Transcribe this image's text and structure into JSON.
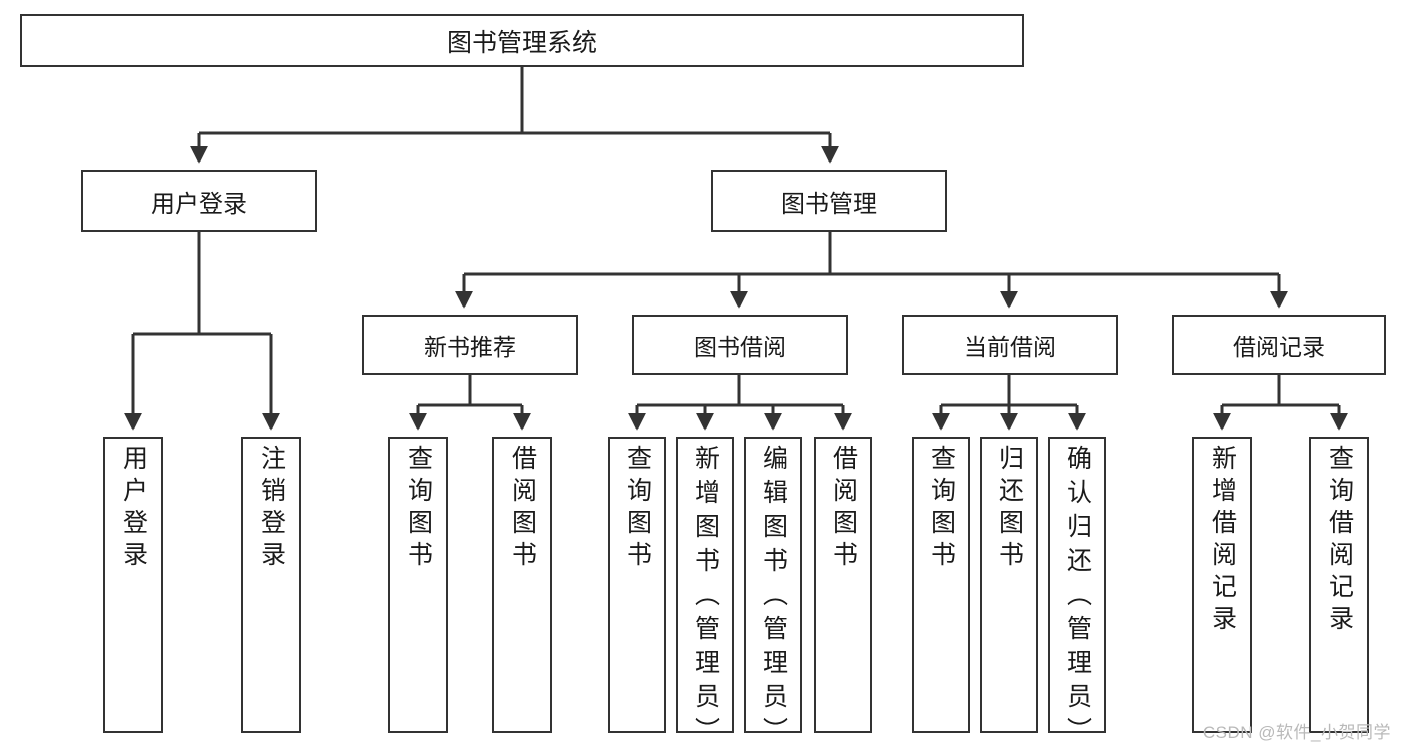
{
  "diagram": {
    "title": "图书管理系统",
    "type": "tree-hierarchy-diagram",
    "colors": {
      "box_border": "#333333",
      "box_fill": "#ffffff",
      "line": "#333333",
      "text": "#1a1a1a",
      "watermark": "#b9b9b9"
    },
    "root": {
      "label": "图书管理系统"
    },
    "level2": [
      {
        "label": "用户登录"
      },
      {
        "label": "图书管理"
      }
    ],
    "level3": [
      {
        "label": "新书推荐"
      },
      {
        "label": "图书借阅"
      },
      {
        "label": "当前借阅"
      },
      {
        "label": "借阅记录"
      }
    ],
    "leaves": {
      "user_login": [
        {
          "label": "用户登录"
        },
        {
          "label": "注销登录"
        }
      ],
      "new_book_recommend": [
        {
          "label": "查询图书"
        },
        {
          "label": "借阅图书"
        }
      ],
      "book_borrow": [
        {
          "label": "查询图书"
        },
        {
          "label": "新增图书（管理员）"
        },
        {
          "label": "编辑图书（管理员）"
        },
        {
          "label": "借阅图书"
        }
      ],
      "current_borrow": [
        {
          "label": "查询图书"
        },
        {
          "label": "归还图书"
        },
        {
          "label": "确认归还（管理员）"
        }
      ],
      "borrow_record": [
        {
          "label": "新增借阅记录"
        },
        {
          "label": "查询借阅记录"
        }
      ]
    }
  },
  "watermark": {
    "text": "CSDN @软件_小贺同学"
  }
}
